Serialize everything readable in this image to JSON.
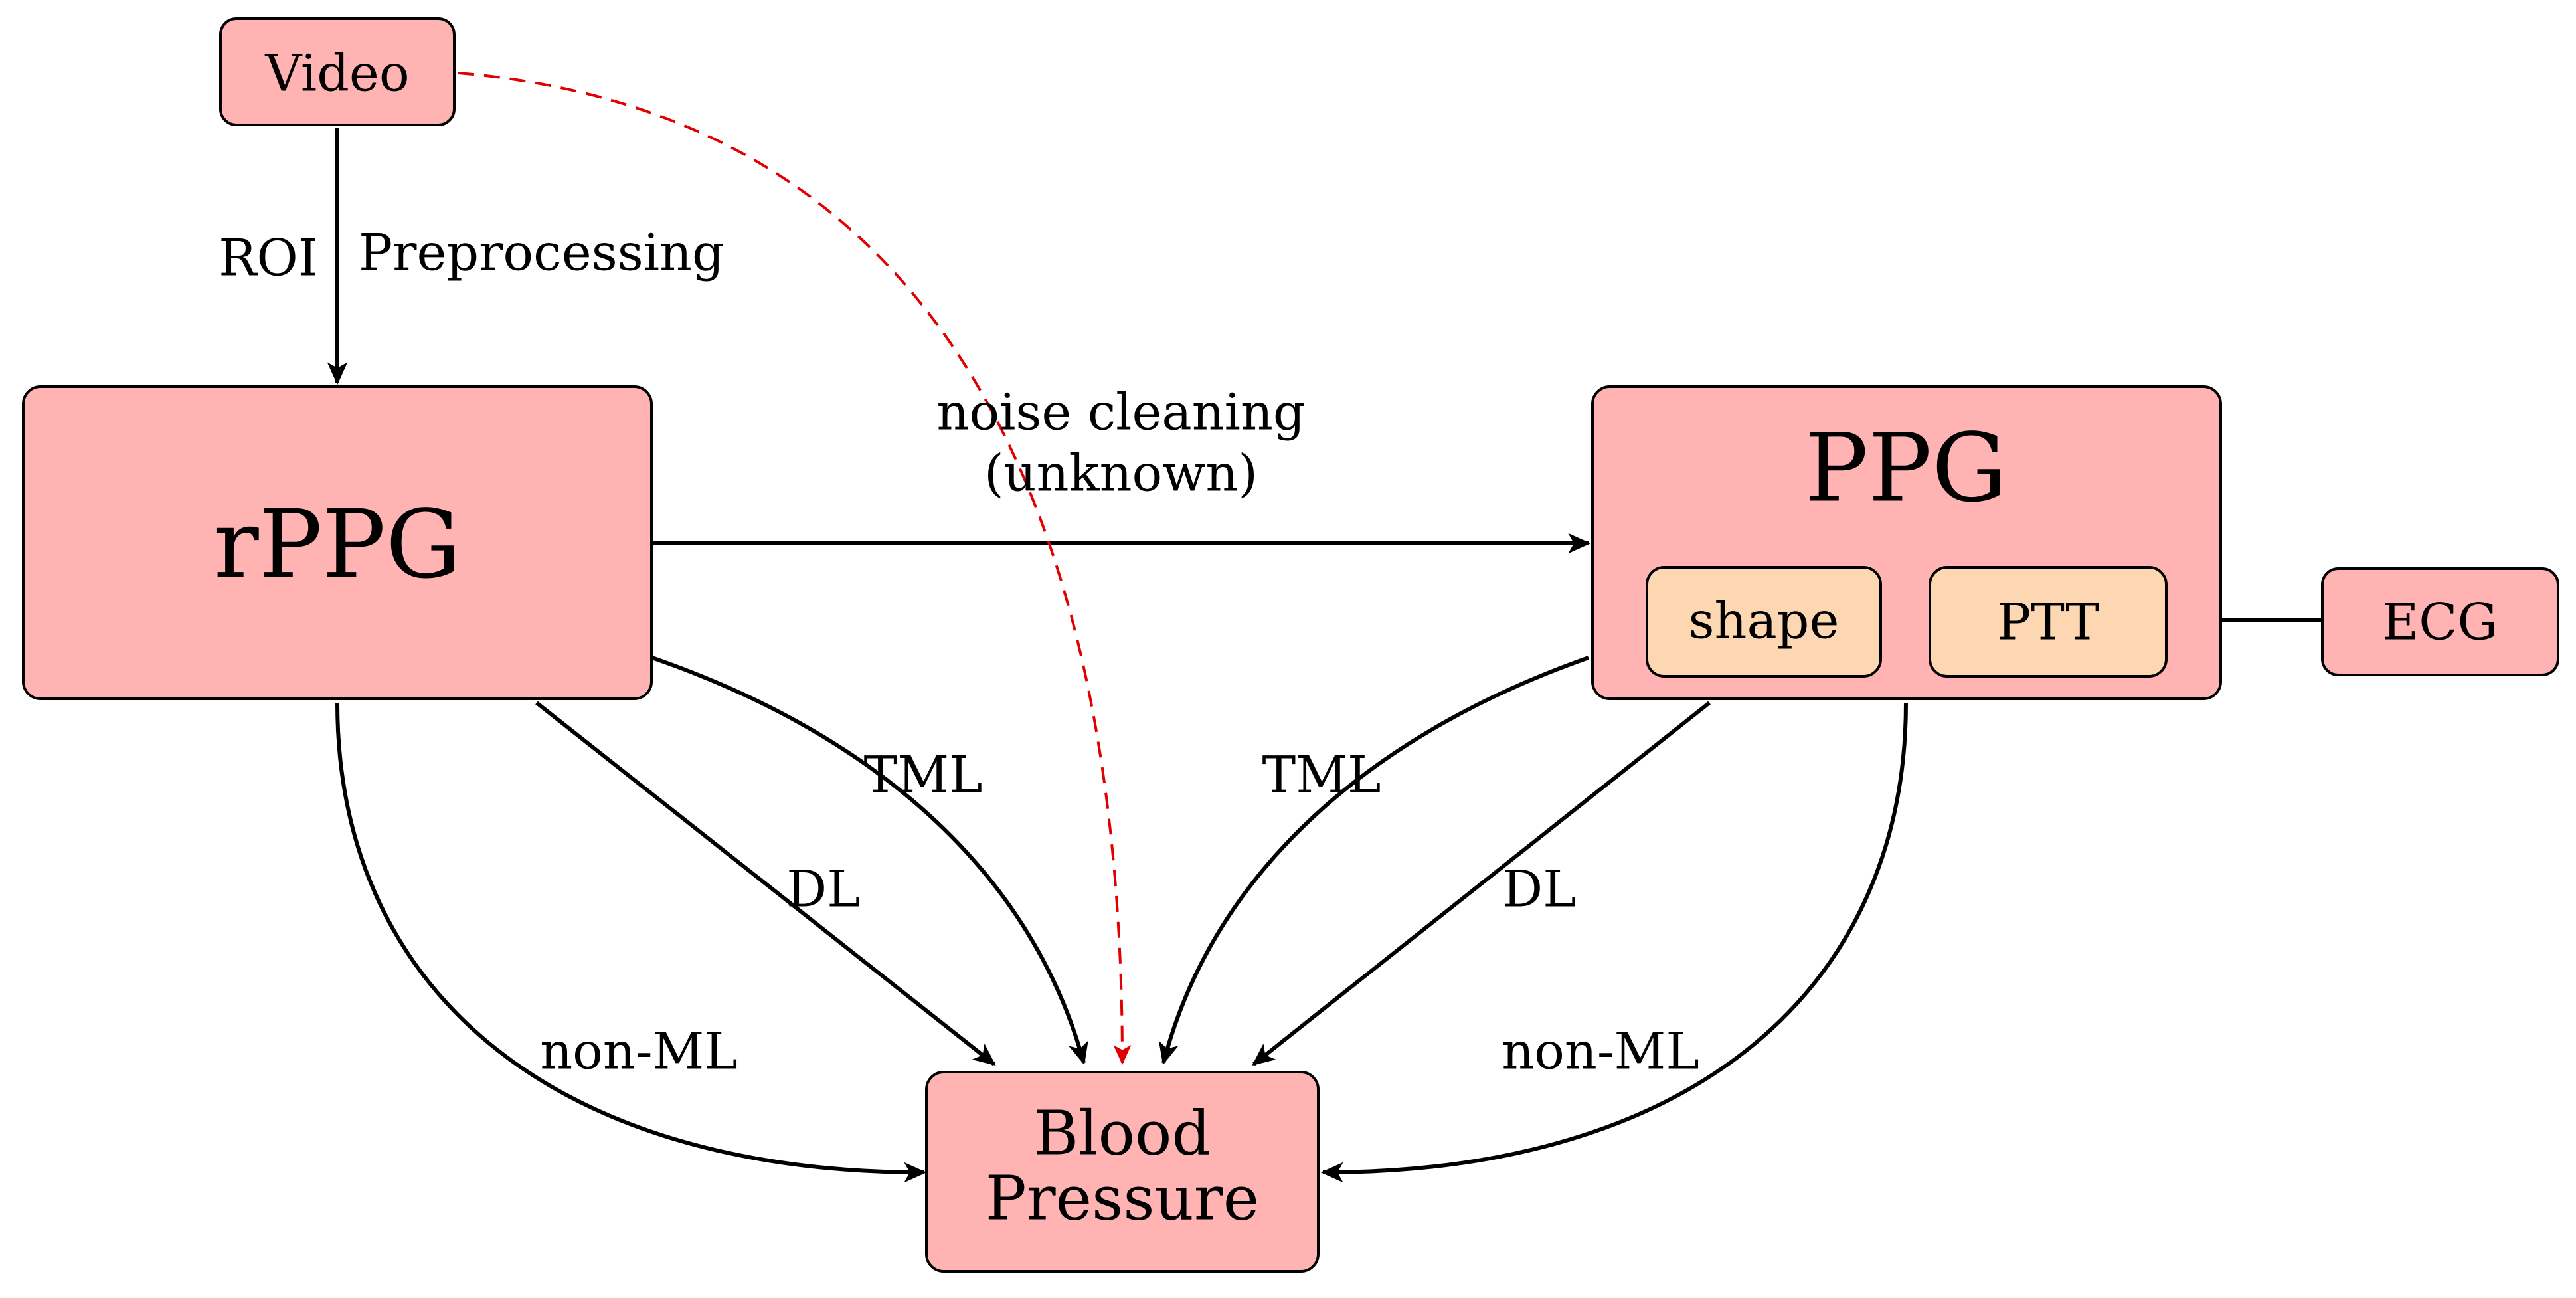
{
  "colors": {
    "node_fill": "#ffb3b3",
    "sub_fill": "#fdd6b2",
    "stroke": "#000000",
    "dashed_edge": "#e00000"
  },
  "nodes": {
    "video": "Video",
    "rppg": "rPPG",
    "ppg": "PPG",
    "shape": "shape",
    "ptt": "PTT",
    "ecg": "ECG",
    "bp_line1": "Blood",
    "bp_line2": "Pressure"
  },
  "edge_labels": {
    "roi": "ROI",
    "preprocessing": "Preprocessing",
    "noise_line1": "noise cleaning",
    "noise_line2": "(unknown)",
    "tml_left": "TML",
    "dl_left": "DL",
    "nonml_left": "non-ML",
    "tml_right": "TML",
    "dl_right": "DL",
    "nonml_right": "non-ML"
  }
}
